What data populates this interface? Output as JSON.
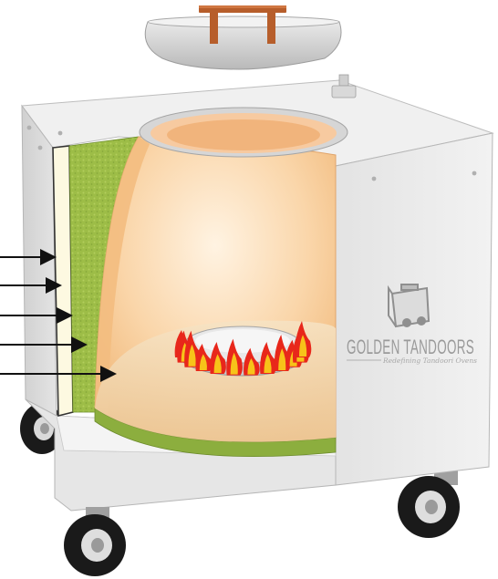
{
  "brand": {
    "name": "GOLDEN TANDOORS",
    "tagline": "Redefining Tandoori Ovens",
    "logo_icon": "tandoor-logo-icon",
    "text_color": "#9a9a9a"
  },
  "diagram": {
    "subject": "tandoor-oven-cutaway",
    "layer_arrow_count": 5,
    "colors": {
      "steel_light": "#eaeaea",
      "steel_mid": "#c9c9c9",
      "steel_dark": "#a9a9a9",
      "insulation": "#9dbd47",
      "clay": "#f4c48c",
      "clay_rim": "#f9d7ac",
      "liner": "#fdf9e1",
      "lid_handle": "#b75e2b",
      "flame_red": "#e8271b",
      "flame_yellow": "#f7c319",
      "wheel": "#1a1a1a"
    }
  }
}
